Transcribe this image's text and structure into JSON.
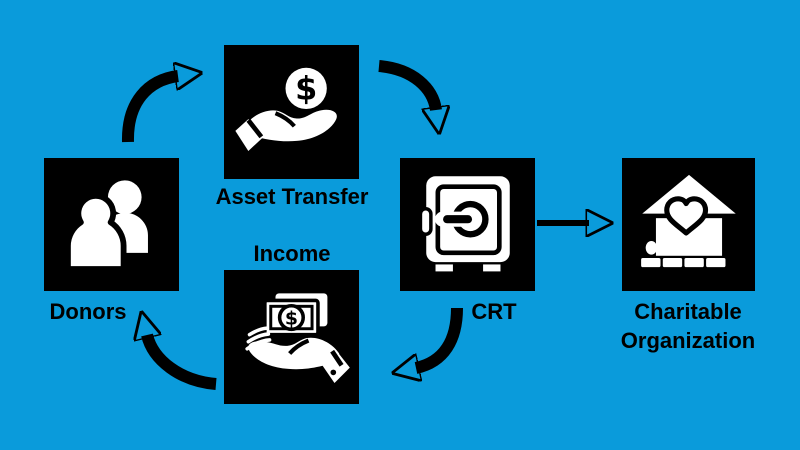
{
  "colors": {
    "background": "#0A9BDB",
    "node_bg": "#000000",
    "icon_color": "#FFFFFF",
    "text_color": "#000000",
    "arrow_color": "#000000"
  },
  "diagram": {
    "title": "",
    "nodes": [
      {
        "id": "donors",
        "label": "Donors",
        "icon": "people-icon"
      },
      {
        "id": "asset_transfer",
        "label": "Asset Transfer",
        "icon": "hand-coin-icon"
      },
      {
        "id": "crt",
        "label": "CRT",
        "icon": "safe-icon"
      },
      {
        "id": "charitable_organization",
        "label": "Charitable Organization",
        "icon": "house-heart-people-icon"
      },
      {
        "id": "income",
        "label": "Income",
        "icon": "hand-cash-icon"
      }
    ],
    "edges": [
      {
        "from": "Donors",
        "to": "Asset Transfer",
        "style": "curved"
      },
      {
        "from": "Asset Transfer",
        "to": "CRT",
        "style": "curved"
      },
      {
        "from": "CRT",
        "to": "Charitable Organization",
        "style": "straight"
      },
      {
        "from": "CRT",
        "to": "Income",
        "style": "curved"
      },
      {
        "from": "Income",
        "to": "Donors",
        "style": "curved"
      }
    ],
    "currency_symbol": "$"
  }
}
